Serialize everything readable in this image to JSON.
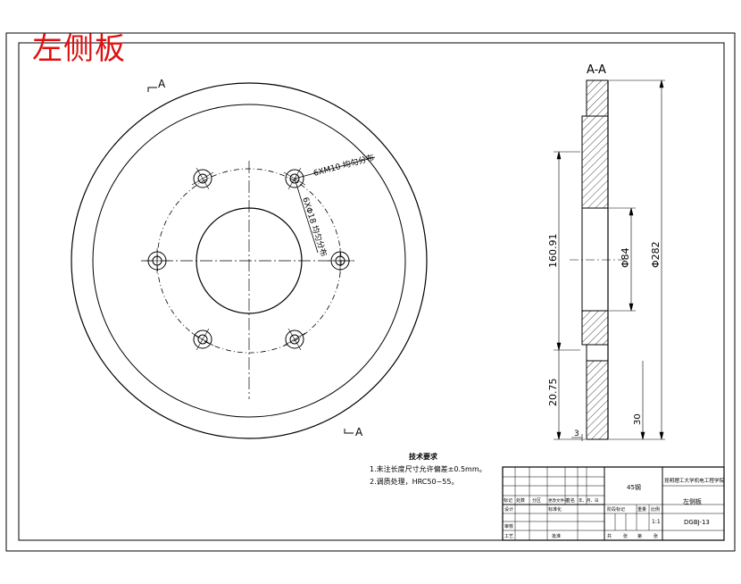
{
  "drawing": {
    "title": "左侧板",
    "section_marker_top": "A",
    "section_marker_bottom": "A",
    "section_view_title": "A-A",
    "hole_callouts": [
      "6XM10 均匀分布",
      "6XΦ18 均匀分布"
    ],
    "dimensions": [
      "160.91",
      "Φ84",
      "Φ282",
      "20.75",
      "30",
      "3"
    ],
    "technical_requirements": {
      "heading": "技术要求",
      "items": [
        "1.未注长度尺寸允许偏差±0.5mm。",
        "2.调质处理，HRC50~55。"
      ]
    },
    "title_block": {
      "material": "45钢",
      "organization": "昆明理工大学机电工程学院",
      "part_name": "左侧板",
      "drawing_number": "DGBJ-13",
      "scale": "1:1",
      "headers": [
        "标记",
        "处数",
        "分区",
        "更改文件号",
        "签名",
        "年、月、日"
      ],
      "roles": [
        "设计",
        "标准化",
        "审核",
        "工艺",
        "批准"
      ],
      "stage_labels": [
        "阶段标记",
        "重量",
        "比例"
      ],
      "sheet_labels": [
        "共",
        "张",
        "第",
        "张"
      ]
    }
  }
}
